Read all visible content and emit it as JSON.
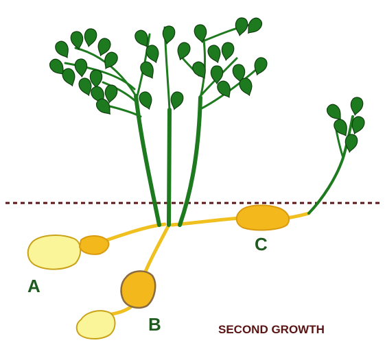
{
  "diagram": {
    "labels": {
      "a": "A",
      "b": "B",
      "c": "C"
    },
    "caption": "SECOND GROWTH"
  },
  "colors": {
    "stem": "#1e7a1e",
    "leaf": "#1e7a1e",
    "leaf_outline": "#0f3d0f",
    "soil_line": "#5a1414",
    "stolon": "#f0c020",
    "tuber_old": "#fbf59a",
    "tuber_new": "#f3b81c",
    "tuber_outline": "#9a7a10",
    "label_text": "#1f5a1f",
    "caption_text": "#5a1414"
  }
}
